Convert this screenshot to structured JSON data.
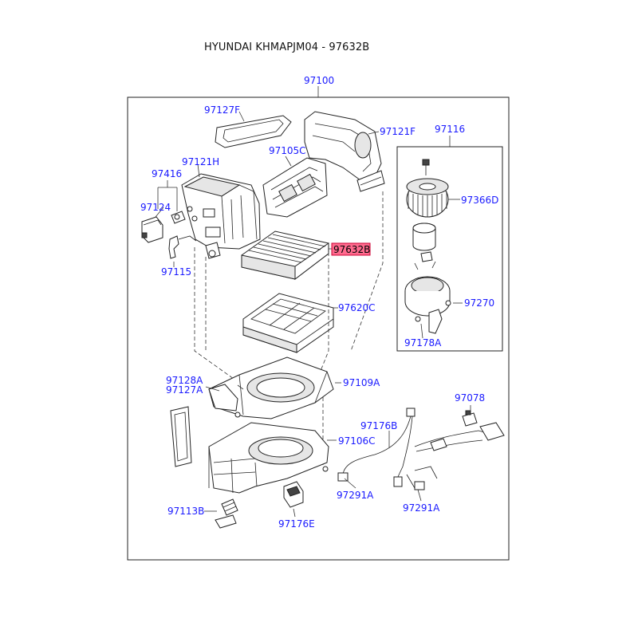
{
  "header": {
    "title": "HYUNDAI KHMAPJM04 - 97632B"
  },
  "colors": {
    "label": "#1a1aff",
    "highlight_fill": "#ff6a8e",
    "highlight_stroke": "#cc0033",
    "line": "#222222"
  },
  "labels": {
    "p97100": "97100",
    "p97127F": "97127F",
    "p97121F": "97121F",
    "p97116": "97116",
    "p97105C": "97105C",
    "p97121H": "97121H",
    "p97416": "97416",
    "p97124": "97124",
    "p97366D": "97366D",
    "p97632B": "97632B",
    "p97115": "97115",
    "p97620C": "97620C",
    "p97270": "97270",
    "p97178A": "97178A",
    "p97128A": "97128A",
    "p97127A": "97127A",
    "p97109A": "97109A",
    "p97078": "97078",
    "p97176B": "97176B",
    "p97106C": "97106C",
    "p97291A_1": "97291A",
    "p97291A_2": "97291A",
    "p97113B": "97113B",
    "p97176E": "97176E"
  }
}
